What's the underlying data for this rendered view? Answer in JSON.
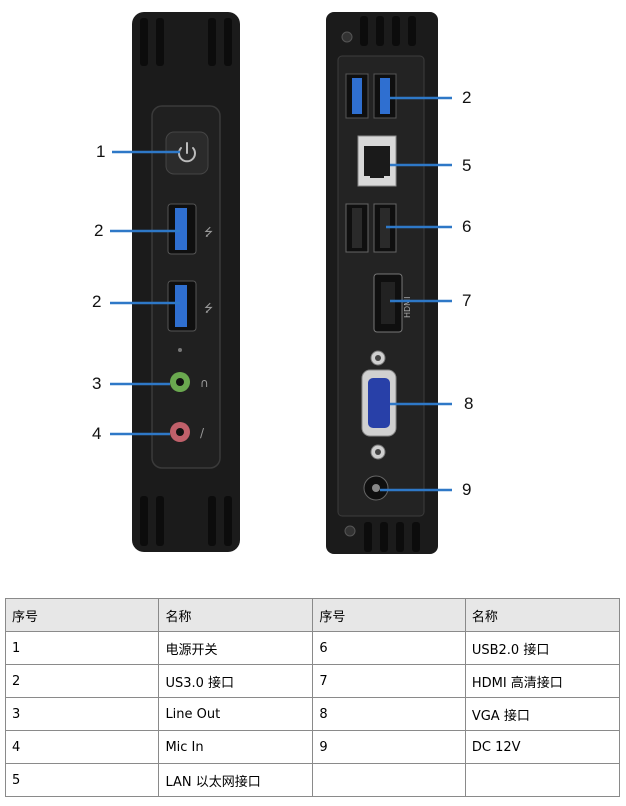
{
  "callouts": {
    "front": [
      {
        "id": "1",
        "label": "1"
      },
      {
        "id": "2a",
        "label": "2"
      },
      {
        "id": "2b",
        "label": "2"
      },
      {
        "id": "3",
        "label": "3"
      },
      {
        "id": "4",
        "label": "4"
      }
    ],
    "back": [
      {
        "id": "2",
        "label": "2"
      },
      {
        "id": "5",
        "label": "5"
      },
      {
        "id": "6",
        "label": "6"
      },
      {
        "id": "7",
        "label": "7"
      },
      {
        "id": "8",
        "label": "8"
      },
      {
        "id": "9",
        "label": "9"
      }
    ]
  },
  "panel_marks": {
    "hdmi_text": "HDMI"
  },
  "colors": {
    "case": "#1b1b1b",
    "usb3_blue": "#2f6fd0",
    "callout_line": "#2e78c7",
    "line_out_green": "#6aa84f",
    "mic_pink": "#c0606a",
    "vga_blue": "#2840a8",
    "table_header": "#e7e7e7"
  },
  "table": {
    "headers": [
      "序号",
      "名称",
      "序号",
      "名称"
    ],
    "rows": [
      [
        "1",
        "电源开关",
        "6",
        "USB2.0 接口"
      ],
      [
        "2",
        "US3.0 接口",
        "7",
        "HDMI 高清接口"
      ],
      [
        "3",
        "Line Out",
        "8",
        "VGA 接口"
      ],
      [
        "4",
        "Mic In",
        "9",
        "DC 12V"
      ],
      [
        "5",
        "LAN 以太网接口",
        "",
        ""
      ]
    ]
  }
}
